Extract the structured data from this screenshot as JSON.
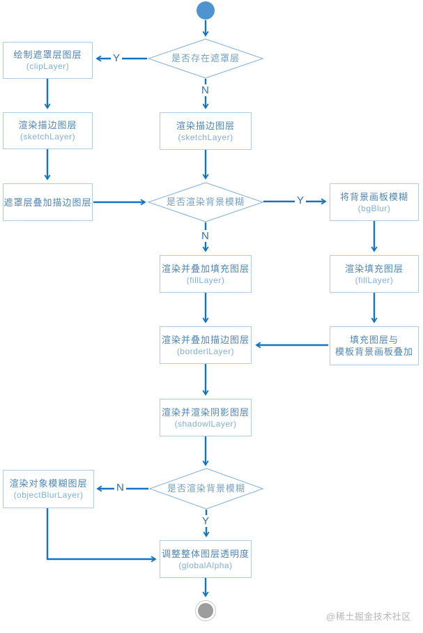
{
  "diagram_title": "canvas-layer-render-flow",
  "nodes": {
    "clip": {
      "title": "绘制遮罩层图层",
      "code": "(clipLayer)"
    },
    "sketchLeft": {
      "title": "渲染描边图层",
      "code": "(sketchLayer)"
    },
    "sketchCenter": {
      "title": "渲染描边图层",
      "code": "(sketchLayer)"
    },
    "maskOverlay": {
      "title": "遮罩层叠加描边图层"
    },
    "bgBlur": {
      "title": "将背景画板模糊",
      "code": "(bgBlur)"
    },
    "fillCenter": {
      "title": "渲染并叠加填充图层",
      "code": "(fillLayer)"
    },
    "fillRight": {
      "title": "渲染填充图层",
      "code": "(fillLayer)"
    },
    "merge": {
      "line1": "填充图层与",
      "line2": "模板背景画板叠加"
    },
    "border": {
      "title": "渲染并叠加描边图层",
      "code": "(borderlLayer)"
    },
    "shadow": {
      "title": "渲染并渲染阴影图层",
      "code": "(shadowlLayer)"
    },
    "objectBlur": {
      "title": "渲染对象模糊图层",
      "code": "(objectBlurLayer)"
    },
    "globalAlpha": {
      "title": "调整整体图层透明度",
      "code": "(globalAlpha)"
    }
  },
  "decisions": {
    "hasMask": "是否存在遮罩层",
    "bgBlurQ1": "是否渲染背景模糊",
    "bgBlurQ2": "是否渲染背景模糊"
  },
  "labels": {
    "yes": "Y",
    "no": "N"
  },
  "watermark": "@稀土掘金技术社区",
  "colors": {
    "arrow": "#1173c5",
    "box_border": "#b0cce8",
    "diamond_border": "#88b4de",
    "box_text": "#4e86b8",
    "code_text": "#7fb0dd",
    "diamond_text": "#74a0c6",
    "yn_text": "#2d6fb0",
    "start_fill": "#4f93d1",
    "end_fill": "#9d9d9d",
    "watermark_text": "#b6b6b6"
  }
}
